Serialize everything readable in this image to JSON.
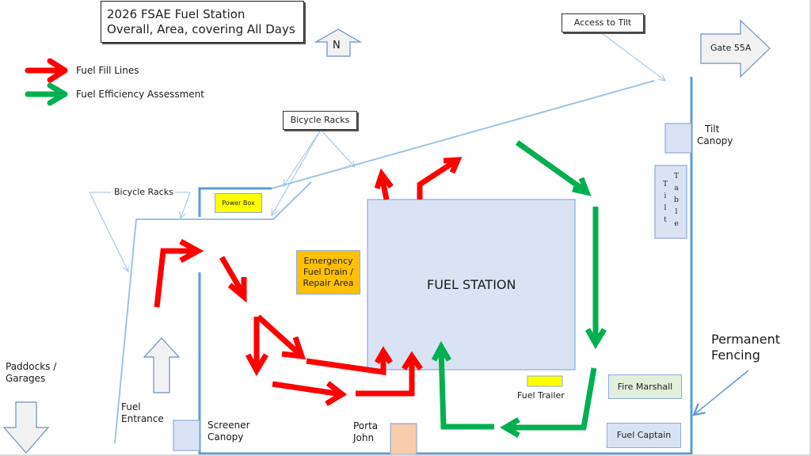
{
  "title": {
    "line1": "2026 FSAE Fuel Station",
    "line2": "Overall, Area, covering All Days"
  },
  "north": {
    "label": "N",
    "icon": "north-arrow-icon"
  },
  "legend": {
    "items": [
      {
        "label": "Fuel Fill Lines",
        "color": "#ff0000",
        "icon": "red-arrow-icon"
      },
      {
        "label": "Fuel Efficiency Assessment",
        "color": "#00b050",
        "icon": "green-arrow-icon"
      }
    ]
  },
  "callouts": {
    "access_to_tilt": "Access to Tilt",
    "bicycle_racks_top": "Bicycle Racks",
    "bicycle_racks_left": "Bicycle Racks",
    "permanent_fencing_line1": "Permanent",
    "permanent_fencing_line2": "Fencing"
  },
  "directions": {
    "gate": "Gate 55A",
    "paddocks_line1": "Paddocks /",
    "paddocks_line2": "Garages",
    "fuel_entrance_line1": "Fuel",
    "fuel_entrance_line2": "Entrance"
  },
  "areas": {
    "fuel_station": "FUEL STATION",
    "power_box": "Power Box",
    "emergency_line1": "Emergency",
    "emergency_line2": "Fuel Drain /",
    "emergency_line3": "Repair Area",
    "tilt_canopy_line1": "Tilt",
    "tilt_canopy_line2": "Canopy",
    "tilt_table_col1": [
      "T",
      "i",
      "l",
      "t"
    ],
    "tilt_table_col2": [
      "T",
      "a",
      "b",
      "l",
      "e"
    ],
    "fuel_trailer": "Fuel Trailer",
    "fire_marshall": "Fire Marshall",
    "fuel_captain": "Fuel Captain",
    "porta_john_line1": "Porta",
    "porta_john_line2": "John",
    "screener_canopy_line1": "Screener",
    "screener_canopy_line2": "Canopy"
  },
  "colors": {
    "fill_lines": "#ff0000",
    "efficiency": "#00b050",
    "fence": "#5b9bd5",
    "light_line": "#9dc3e6",
    "station_fill": "#dae3f3",
    "station_border": "#8faadc",
    "emergency_fill": "#ffc000",
    "power_box_fill": "#ffff00",
    "fire_marshall_fill": "#e2efda",
    "porta_john_fill": "#f8cbad",
    "block_arrow_fill": "#f2f2f2",
    "block_arrow_border": "#6d8fbf"
  }
}
